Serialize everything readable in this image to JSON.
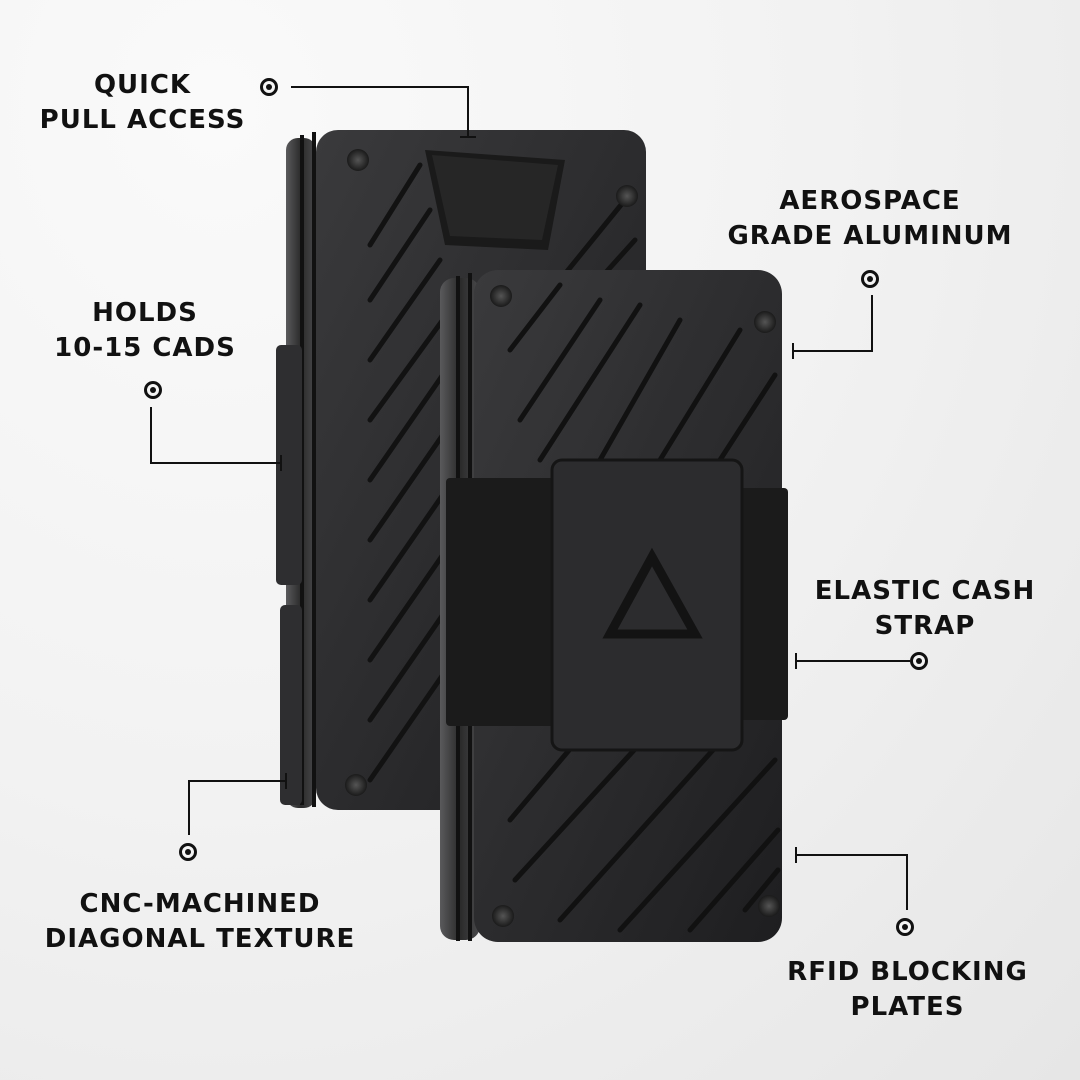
{
  "features": [
    {
      "id": "quick-pull",
      "lines": [
        "QUICK",
        "PULL ACCESS"
      ]
    },
    {
      "id": "holds-cards",
      "lines": [
        "HOLDS",
        "10-15 CADS"
      ]
    },
    {
      "id": "aluminum",
      "lines": [
        "AEROSPACE",
        "GRADE ALUMINUM"
      ]
    },
    {
      "id": "cash-strap",
      "lines": [
        "ELASTIC CASH",
        "STRAP"
      ]
    },
    {
      "id": "cnc-texture",
      "lines": [
        "CNC-MACHINED",
        "DIAGONAL TEXTURE"
      ]
    },
    {
      "id": "rfid",
      "lines": [
        "RFID BLOCKING",
        "PLATES"
      ]
    }
  ],
  "product": {
    "name": "minimalist-aluminum-card-wallet",
    "logo_icon": "triangle-logo-icon",
    "colors": {
      "body": "#2a2a2c",
      "edge": "#4a4a4c",
      "strap": "#1c1c1c",
      "background": "#f1f1f1",
      "text": "#111111"
    }
  }
}
